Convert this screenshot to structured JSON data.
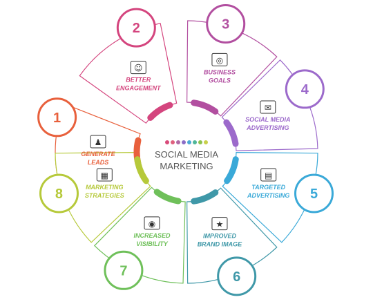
{
  "center": {
    "line1": "SOCIAL MEDIA",
    "line2": "MARKETING",
    "dot_colors": [
      "#d84a7a",
      "#e0607e",
      "#b06aa6",
      "#8b6cc6",
      "#4aa8d6",
      "#4fb69a",
      "#8cc24f",
      "#c8d04a"
    ]
  },
  "segments": [
    {
      "number": "1",
      "lines": [
        "GENERATE",
        "LEADS"
      ],
      "color": "#e8603c",
      "icon": "leader-team-icon"
    },
    {
      "number": "2",
      "lines": [
        "BETTER",
        "ENGAGEMENT"
      ],
      "color": "#d4457e",
      "icon": "engagement-people-icon"
    },
    {
      "number": "3",
      "lines": [
        "BUSINESS",
        "GOALS"
      ],
      "color": "#b24fa0",
      "icon": "target-chart-icon"
    },
    {
      "number": "4",
      "lines": [
        "SOCIAL MEDIA",
        "ADVERTISING"
      ],
      "color": "#9c6acb",
      "icon": "megaphone-icon"
    },
    {
      "number": "5",
      "lines": [
        "TARGETED",
        "ADVERTISING"
      ],
      "color": "#3aa9d8",
      "icon": "growth-chart-icon"
    },
    {
      "number": "6",
      "lines": [
        "IMPROVED",
        "BRAND IMAGE"
      ],
      "color": "#3f98a8",
      "icon": "brand-analytics-icon"
    },
    {
      "number": "7",
      "lines": [
        "INCREASED",
        "VISIBILITY"
      ],
      "color": "#6fc05a",
      "icon": "visibility-chart-icon"
    },
    {
      "number": "8",
      "lines": [
        "MARKETING",
        "STRATEGIES"
      ],
      "color": "#b6c93a",
      "icon": "strategy-board-icon"
    }
  ]
}
